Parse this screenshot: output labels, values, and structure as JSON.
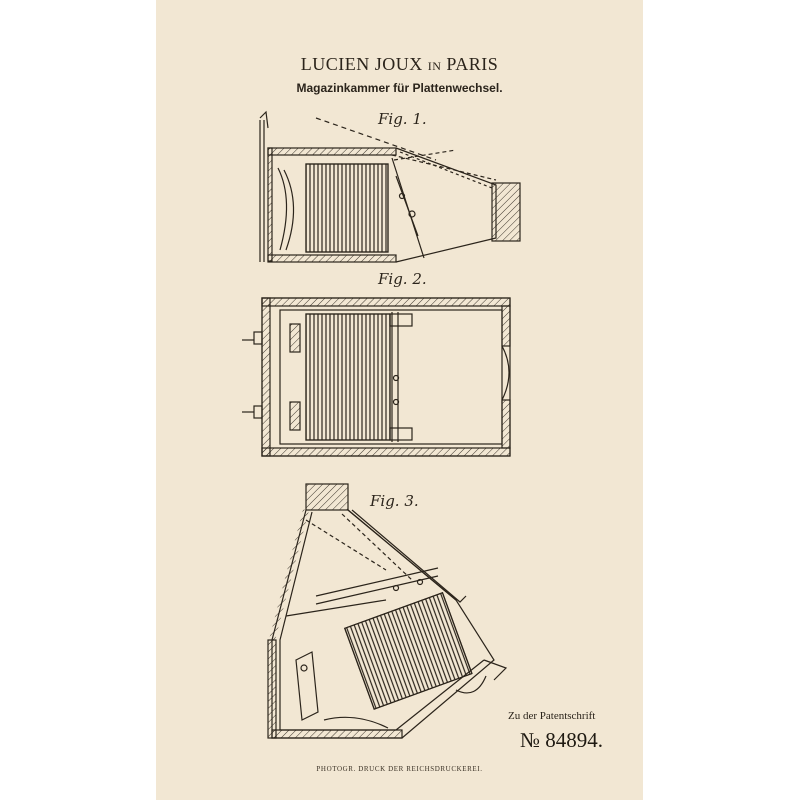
{
  "header": {
    "inventor": "LUCIEN JOUX",
    "connector": "IN",
    "city": "PARIS",
    "subtitle": "Magazinkammer für Plattenwechsel."
  },
  "figures": [
    {
      "label": "Fig. 1."
    },
    {
      "label": "Fig. 2."
    },
    {
      "label": "Fig. 3."
    }
  ],
  "footer": {
    "patent_note": "Zu der Patentschrift",
    "patent_number": "№ 84894.",
    "printer": "PHOTOGR. DRUCK DER REICHSDRUCKEREI."
  },
  "colors": {
    "paper": "#f2e7d3",
    "ink": "#2b241b",
    "background": "#ffffff"
  }
}
